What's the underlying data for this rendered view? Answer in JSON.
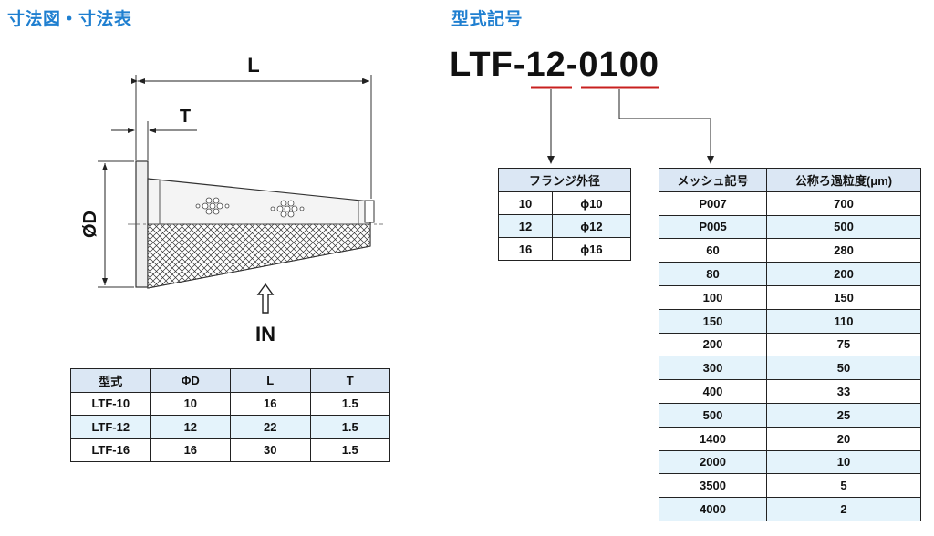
{
  "headings": {
    "dimensions": "寸法図・寸法表",
    "model_code": "型式記号"
  },
  "model_code": {
    "prefix": "LTF-",
    "flange_part": "12",
    "separator": "-",
    "mesh_part": "0100",
    "underline_color": "#c8201f"
  },
  "drawing": {
    "label_L": "L",
    "label_T": "T",
    "label_D": "ØD",
    "label_IN": "IN",
    "arrow_icon": "up-outline-arrow"
  },
  "dimension_table": {
    "headers": [
      "型式",
      "ΦD",
      "L",
      "T"
    ],
    "rows": [
      [
        "LTF-10",
        "10",
        "16",
        "1.5"
      ],
      [
        "LTF-12",
        "12",
        "22",
        "1.5"
      ],
      [
        "LTF-16",
        "16",
        "30",
        "1.5"
      ]
    ]
  },
  "flange_table": {
    "header": "フランジ外径",
    "rows": [
      [
        "10",
        "ϕ10"
      ],
      [
        "12",
        "ϕ12"
      ],
      [
        "16",
        "ϕ16"
      ]
    ]
  },
  "mesh_table": {
    "headers": [
      "メッシュ記号",
      "公称ろ過粒度(μm)"
    ],
    "rows": [
      [
        "P007",
        "700"
      ],
      [
        "P005",
        "500"
      ],
      [
        "60",
        "280"
      ],
      [
        "80",
        "200"
      ],
      [
        "100",
        "150"
      ],
      [
        "150",
        "110"
      ],
      [
        "200",
        "75"
      ],
      [
        "300",
        "50"
      ],
      [
        "400",
        "33"
      ],
      [
        "500",
        "25"
      ],
      [
        "1400",
        "20"
      ],
      [
        "2000",
        "10"
      ],
      [
        "3500",
        "5"
      ],
      [
        "4000",
        "2"
      ]
    ]
  },
  "colors": {
    "heading": "#1f7fd0",
    "table_header_bg": "#dbe7f4",
    "table_alt_row_bg": "#e4f3fb"
  }
}
